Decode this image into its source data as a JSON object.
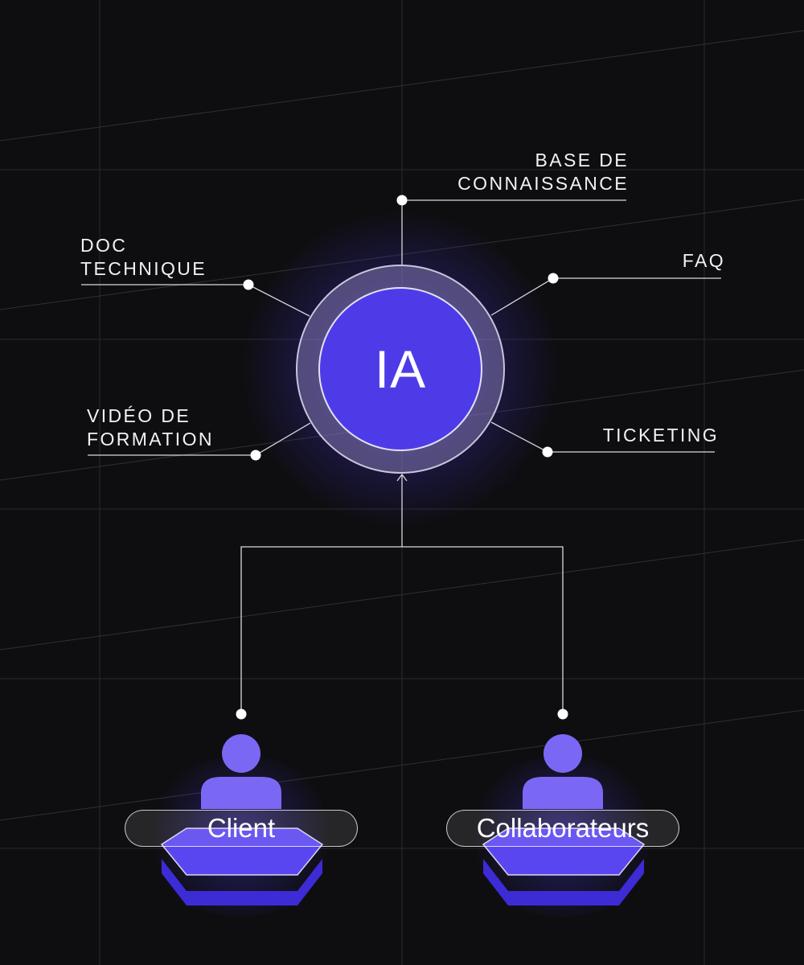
{
  "hub": {
    "label": "IA"
  },
  "sources": [
    {
      "id": "base",
      "label": "BASE DE\nCONNAISSANCE"
    },
    {
      "id": "doc",
      "label": "DOC\nTECHNIQUE"
    },
    {
      "id": "faq",
      "label": "FAQ"
    },
    {
      "id": "video",
      "label": "VIDÉO DE\nFORMATION"
    },
    {
      "id": "ticketing",
      "label": "TICKETING"
    }
  ],
  "actors": [
    {
      "id": "client",
      "label": "Client"
    },
    {
      "id": "collaborateurs",
      "label": "Collaborateurs"
    }
  ],
  "colors": {
    "background": "#0e0e10",
    "accent": "#4e3be8",
    "person": "#7a68f5",
    "line": "#d8d8e0"
  }
}
